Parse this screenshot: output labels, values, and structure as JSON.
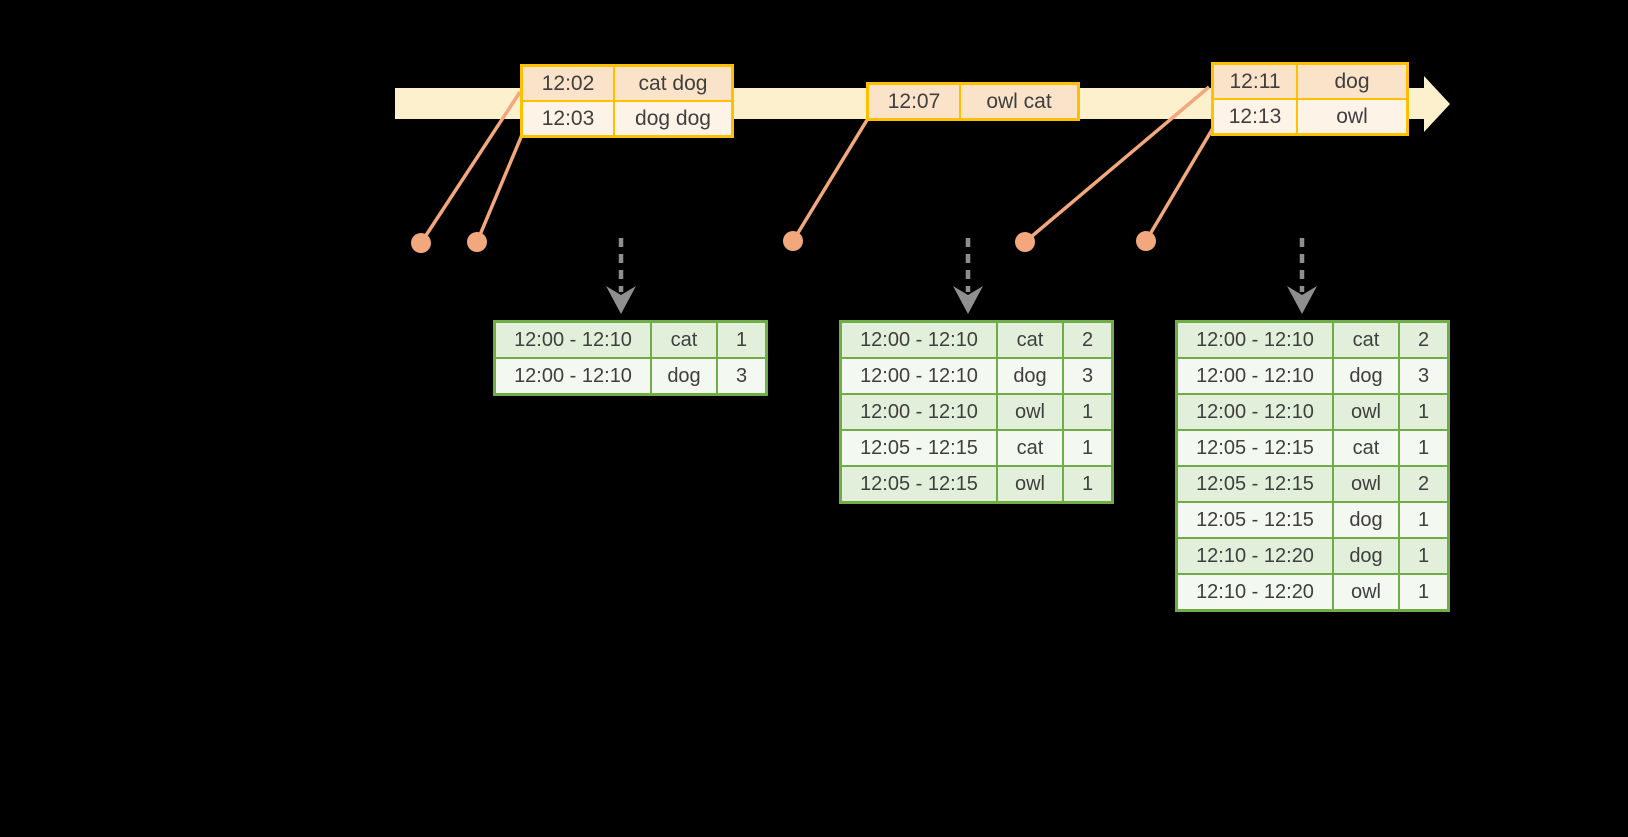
{
  "colors": {
    "background": "#000000",
    "timeline-band": "#FCF0CD",
    "event-border": "#FFC000",
    "event-row-dark": "#FAE3C8",
    "event-row-light": "#FDF3E6",
    "connector": "#F2A87C",
    "result-border": "#70AD47",
    "result-row-dark": "#E2EFDA",
    "result-row-light": "#F3F8F0",
    "trigger-arrow": "#8F8F8F",
    "text": "#3F3F3F"
  },
  "event_tables": [
    {
      "rows": [
        [
          "12:02",
          "cat dog"
        ],
        [
          "12:03",
          "dog dog"
        ]
      ]
    },
    {
      "rows": [
        [
          "12:07",
          "owl cat"
        ]
      ]
    },
    {
      "rows": [
        [
          "12:11",
          "dog"
        ],
        [
          "12:13",
          "owl"
        ]
      ]
    }
  ],
  "result_tables": [
    {
      "rows": [
        [
          "12:00 - 12:10",
          "cat",
          "1"
        ],
        [
          "12:00 - 12:10",
          "dog",
          "3"
        ]
      ]
    },
    {
      "rows": [
        [
          "12:00 - 12:10",
          "cat",
          "2"
        ],
        [
          "12:00 - 12:10",
          "dog",
          "3"
        ],
        [
          "12:00 - 12:10",
          "owl",
          "1"
        ],
        [
          "12:05 - 12:15",
          "cat",
          "1"
        ],
        [
          "12:05 - 12:15",
          "owl",
          "1"
        ]
      ]
    },
    {
      "rows": [
        [
          "12:00 - 12:10",
          "cat",
          "2"
        ],
        [
          "12:00 - 12:10",
          "dog",
          "3"
        ],
        [
          "12:00 - 12:10",
          "owl",
          "1"
        ],
        [
          "12:05 - 12:15",
          "cat",
          "1"
        ],
        [
          "12:05 - 12:15",
          "owl",
          "2"
        ],
        [
          "12:05 - 12:15",
          "dog",
          "1"
        ],
        [
          "12:10 - 12:20",
          "dog",
          "1"
        ],
        [
          "12:10 - 12:20",
          "owl",
          "1"
        ]
      ]
    }
  ]
}
